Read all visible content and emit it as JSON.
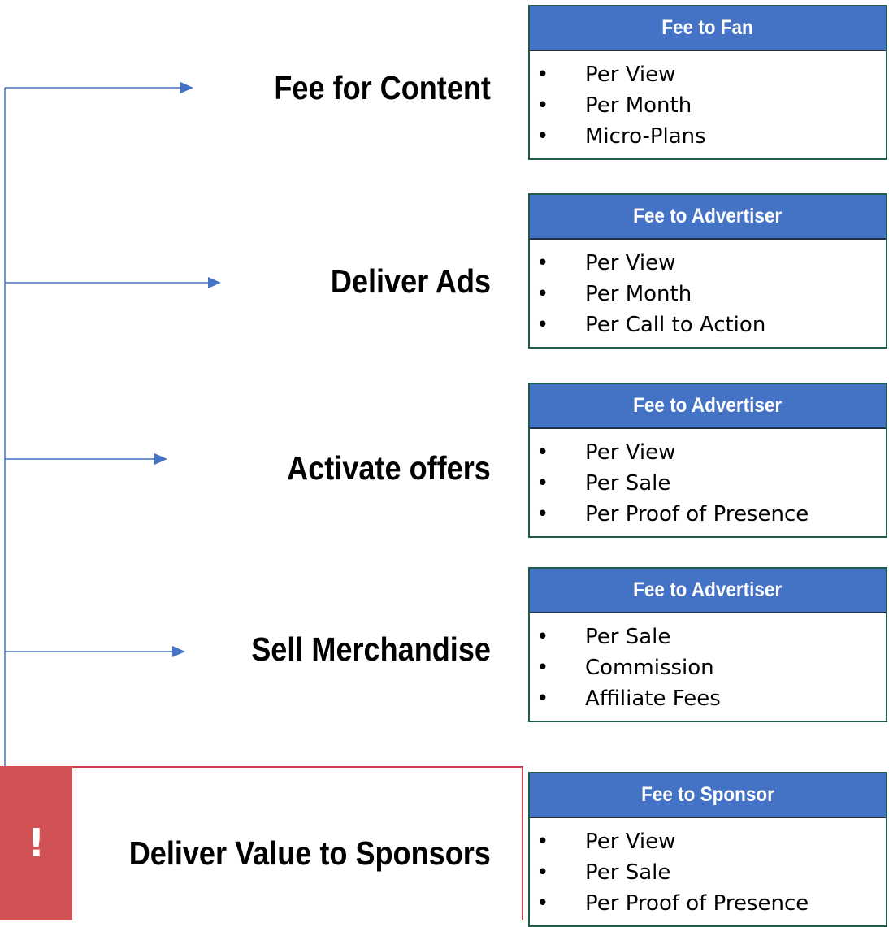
{
  "colors": {
    "connector": "#4472c4",
    "header_fill": "#4472c4",
    "alert_fill": "#d05255",
    "box_border": "#1f5c48"
  },
  "alert": {
    "mark": "!",
    "icon": "exclamation-icon"
  },
  "streams": [
    {
      "label": "Fee for Content",
      "fee_title": "Fee to Fan",
      "items": [
        "Per View",
        "Per Month",
        "Micro-Plans"
      ]
    },
    {
      "label": "Deliver Ads",
      "fee_title": "Fee to Advertiser",
      "items": [
        "Per View",
        "Per Month",
        "Per Call to Action"
      ]
    },
    {
      "label": "Activate offers",
      "fee_title": "Fee to Advertiser",
      "items": [
        "Per View",
        "Per Sale",
        "Per Proof of Presence"
      ]
    },
    {
      "label": "Sell Merchandise",
      "fee_title": "Fee to Advertiser",
      "items": [
        "Per Sale",
        "Commission",
        "Affiliate Fees"
      ]
    },
    {
      "label": "Deliver Value to Sponsors",
      "fee_title": "Fee to Sponsor",
      "items": [
        "Per View",
        "Per Sale",
        "Per Proof of Presence"
      ]
    }
  ]
}
